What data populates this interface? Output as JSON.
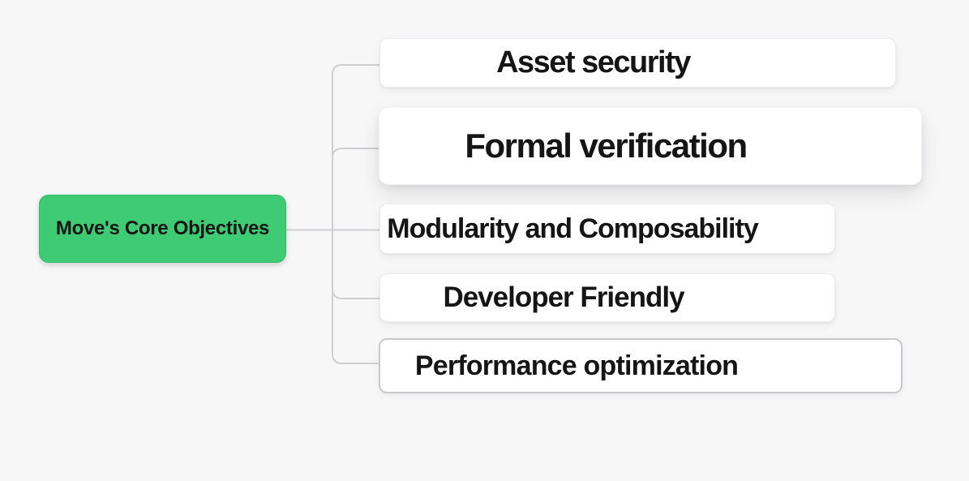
{
  "app": {
    "type": "mindmap-diagram"
  },
  "colors": {
    "background": "#f7f7f8",
    "connector": "#cfcfd2",
    "root_fill": "#3ecb74",
    "root_border": "#2fbd67",
    "node_fill": "#ffffff",
    "node_border": "#ececee",
    "node_performance_border": "#c9c9cd",
    "text": "#151515"
  },
  "root": {
    "label": "Move's Core Objectives"
  },
  "branches": [
    {
      "label": "Asset security"
    },
    {
      "label": "Formal verification"
    },
    {
      "label": "Modularity and Composability"
    },
    {
      "label": "Developer Friendly"
    },
    {
      "label": "Performance optimization"
    }
  ]
}
